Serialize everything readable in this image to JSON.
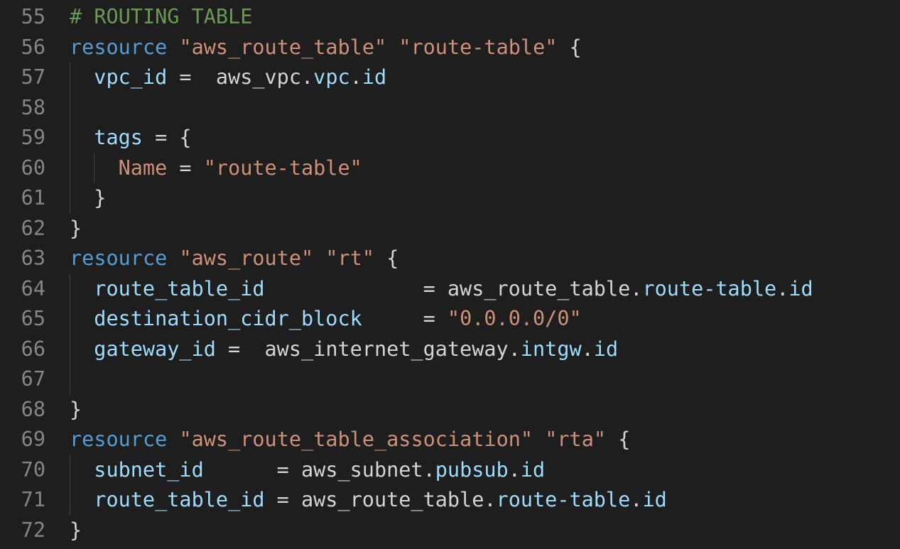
{
  "editor": {
    "background": "#1e1e1e",
    "lines": [
      {
        "num": "55",
        "indent": 0,
        "guides": [],
        "tokens": [
          {
            "t": "comment",
            "v": "# ROUTING TABLE"
          }
        ]
      },
      {
        "num": "56",
        "indent": 0,
        "guides": [],
        "tokens": [
          {
            "t": "keyword",
            "v": "resource"
          },
          {
            "t": "plain",
            "v": " "
          },
          {
            "t": "string",
            "v": "\"aws_route_table\""
          },
          {
            "t": "plain",
            "v": " "
          },
          {
            "t": "string",
            "v": "\"route-table\""
          },
          {
            "t": "plain",
            "v": " {"
          }
        ]
      },
      {
        "num": "57",
        "indent": 1,
        "guides": [
          1
        ],
        "tokens": [
          {
            "t": "attr",
            "v": "vpc_id"
          },
          {
            "t": "plain",
            "v": " =  aws_vpc."
          },
          {
            "t": "prop",
            "v": "vpc"
          },
          {
            "t": "plain",
            "v": "."
          },
          {
            "t": "prop",
            "v": "id"
          }
        ]
      },
      {
        "num": "58",
        "indent": 0,
        "guides": [
          1
        ],
        "tokens": []
      },
      {
        "num": "59",
        "indent": 1,
        "guides": [
          1
        ],
        "tokens": [
          {
            "t": "attr",
            "v": "tags"
          },
          {
            "t": "plain",
            "v": " = {"
          }
        ]
      },
      {
        "num": "60",
        "indent": 2,
        "guides": [
          1,
          2
        ],
        "tokens": [
          {
            "t": "key",
            "v": "Name"
          },
          {
            "t": "plain",
            "v": " = "
          },
          {
            "t": "string",
            "v": "\"route-table\""
          }
        ]
      },
      {
        "num": "61",
        "indent": 1,
        "guides": [
          1
        ],
        "tokens": [
          {
            "t": "plain",
            "v": "}"
          }
        ]
      },
      {
        "num": "62",
        "indent": 0,
        "guides": [],
        "tokens": [
          {
            "t": "plain",
            "v": "}"
          }
        ]
      },
      {
        "num": "63",
        "indent": 0,
        "guides": [],
        "tokens": [
          {
            "t": "keyword",
            "v": "resource"
          },
          {
            "t": "plain",
            "v": " "
          },
          {
            "t": "string",
            "v": "\"aws_route\""
          },
          {
            "t": "plain",
            "v": " "
          },
          {
            "t": "string",
            "v": "\"rt\""
          },
          {
            "t": "plain",
            "v": " {"
          }
        ]
      },
      {
        "num": "64",
        "indent": 1,
        "guides": [
          1
        ],
        "tokens": [
          {
            "t": "attr",
            "v": "route_table_id"
          },
          {
            "t": "plain",
            "v": "             = aws_route_table."
          },
          {
            "t": "prop",
            "v": "route-table"
          },
          {
            "t": "plain",
            "v": "."
          },
          {
            "t": "prop",
            "v": "id"
          }
        ]
      },
      {
        "num": "65",
        "indent": 1,
        "guides": [
          1
        ],
        "tokens": [
          {
            "t": "attr",
            "v": "destination_cidr_block"
          },
          {
            "t": "plain",
            "v": "     = "
          },
          {
            "t": "string",
            "v": "\"0.0.0.0/0\""
          }
        ]
      },
      {
        "num": "66",
        "indent": 1,
        "guides": [
          1
        ],
        "tokens": [
          {
            "t": "attr",
            "v": "gateway_id"
          },
          {
            "t": "plain",
            "v": " =  aws_internet_gateway."
          },
          {
            "t": "prop",
            "v": "intgw"
          },
          {
            "t": "plain",
            "v": "."
          },
          {
            "t": "prop",
            "v": "id"
          }
        ]
      },
      {
        "num": "67",
        "indent": 0,
        "guides": [
          1
        ],
        "tokens": []
      },
      {
        "num": "68",
        "indent": 0,
        "guides": [],
        "tokens": [
          {
            "t": "plain",
            "v": "}"
          }
        ]
      },
      {
        "num": "69",
        "indent": 0,
        "guides": [],
        "tokens": [
          {
            "t": "keyword",
            "v": "resource"
          },
          {
            "t": "plain",
            "v": " "
          },
          {
            "t": "string",
            "v": "\"aws_route_table_association\""
          },
          {
            "t": "plain",
            "v": " "
          },
          {
            "t": "string",
            "v": "\"rta\""
          },
          {
            "t": "plain",
            "v": " {"
          }
        ]
      },
      {
        "num": "70",
        "indent": 1,
        "guides": [
          1
        ],
        "tokens": [
          {
            "t": "attr",
            "v": "subnet_id"
          },
          {
            "t": "plain",
            "v": "      = aws_subnet."
          },
          {
            "t": "prop",
            "v": "pubsub"
          },
          {
            "t": "plain",
            "v": "."
          },
          {
            "t": "prop",
            "v": "id"
          }
        ]
      },
      {
        "num": "71",
        "indent": 1,
        "guides": [
          1
        ],
        "tokens": [
          {
            "t": "attr",
            "v": "route_table_id"
          },
          {
            "t": "plain",
            "v": " = aws_route_table."
          },
          {
            "t": "prop",
            "v": "route-table"
          },
          {
            "t": "plain",
            "v": "."
          },
          {
            "t": "prop",
            "v": "id"
          }
        ]
      },
      {
        "num": "72",
        "indent": 0,
        "guides": [],
        "tokens": [
          {
            "t": "plain",
            "v": "}"
          }
        ]
      }
    ]
  }
}
